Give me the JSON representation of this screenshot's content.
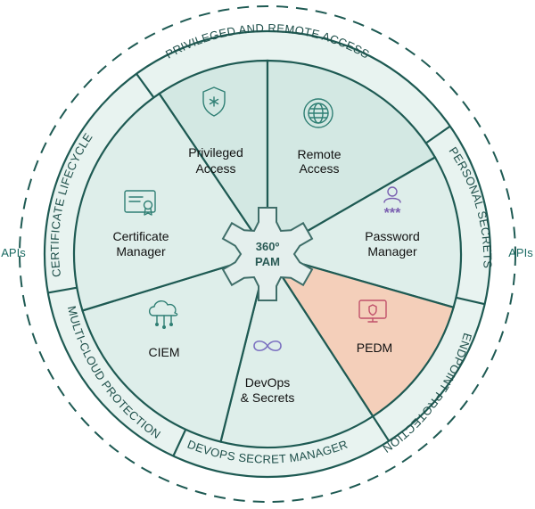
{
  "outer_ring": {
    "top": "PRIVILEGED AND REMOTE ACCESS",
    "right": "PERSONAL SECRETS",
    "bottom_right": "ENDPOINT PROTECTION",
    "bottom": "DEVOPS SECRET MANAGER",
    "bottom_left": "MULTI-CLOUD PROTECTION",
    "left": "CERTIFICATE LIFECYCLE"
  },
  "apis": {
    "left": "APIs",
    "right": "APIs"
  },
  "center": {
    "line1": "360º",
    "line2": "PAM"
  },
  "segments": {
    "privileged_access": {
      "line1": "Privileged",
      "line2": "Access",
      "icon": "shield-icon"
    },
    "remote_access": {
      "line1": "Remote",
      "line2": "Access",
      "icon": "globe-icon"
    },
    "password_manager": {
      "line1": "Password",
      "line2": "Manager",
      "icon": "user-password-icon"
    },
    "pedm": {
      "line1": "PEDM",
      "icon": "monitor-shield-icon"
    },
    "devops_secrets": {
      "line1": "DevOps",
      "line2": "& Secrets",
      "icon": "infinity-icon"
    },
    "ciem": {
      "line1": "CIEM",
      "icon": "cloud-network-icon"
    },
    "certificate_manager": {
      "line1": "Certificate",
      "line2": "Manager",
      "icon": "certificate-icon"
    }
  },
  "colors": {
    "segment_fill": "#deeeea",
    "segment_fill_alt": "#d3e8e3",
    "highlight_fill": "#f4cfba",
    "stroke": "#1e5a53",
    "ring_fill": "#e8f3f0"
  }
}
